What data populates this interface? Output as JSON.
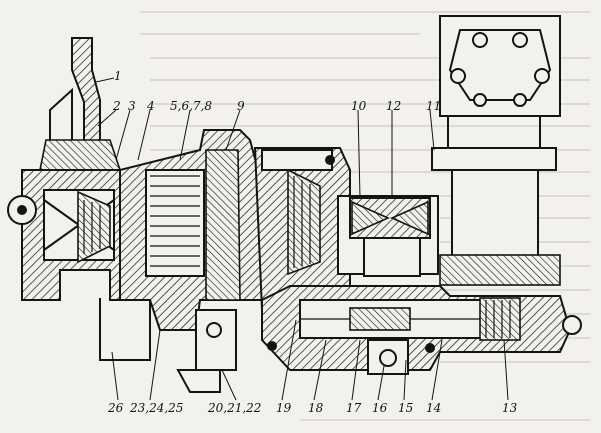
{
  "figure": {
    "callouts": {
      "c1": "1",
      "c2": "2",
      "c3": "3",
      "c4": "4",
      "c5678": "5,6,7,8",
      "c9": "9",
      "c10": "10",
      "c12": "12",
      "c11": "11",
      "c26": "26",
      "c232425": "23,24,25",
      "c202122": "20,21,22",
      "c19": "19",
      "c18": "18",
      "c17": "17",
      "c16": "16",
      "c15": "15",
      "c14": "14",
      "c13": "13"
    }
  }
}
